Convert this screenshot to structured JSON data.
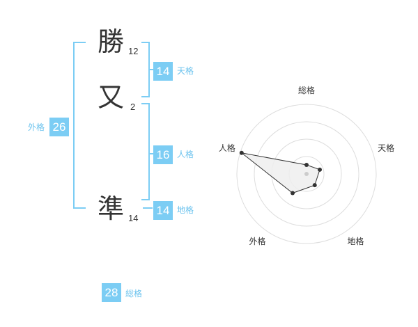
{
  "colors": {
    "accent": "#7ccdf4",
    "label_text": "#6cc3ee",
    "text": "#333333",
    "grid": "#dddddd",
    "polygon_fill": "#eeeeee",
    "marker": "#333333"
  },
  "chars": [
    {
      "char": "勝",
      "strokes": "12"
    },
    {
      "char": "又",
      "strokes": "2"
    },
    {
      "char": "準",
      "strokes": "14"
    }
  ],
  "scores": {
    "tenkaku": {
      "value": "14",
      "label": "天格"
    },
    "jinkaku": {
      "value": "16",
      "label": "人格"
    },
    "chikaku": {
      "value": "14",
      "label": "地格"
    },
    "gaikaku": {
      "value": "26",
      "label": "外格"
    },
    "soukaku": {
      "value": "28",
      "label": "総格"
    }
  },
  "chart_data": {
    "type": "radar",
    "axes": [
      "総格",
      "天格",
      "地格",
      "外格",
      "人格"
    ],
    "values": [
      0.13,
      0.2,
      0.2,
      0.34,
      0.98
    ],
    "range": [
      0,
      1
    ],
    "rings": 4
  }
}
